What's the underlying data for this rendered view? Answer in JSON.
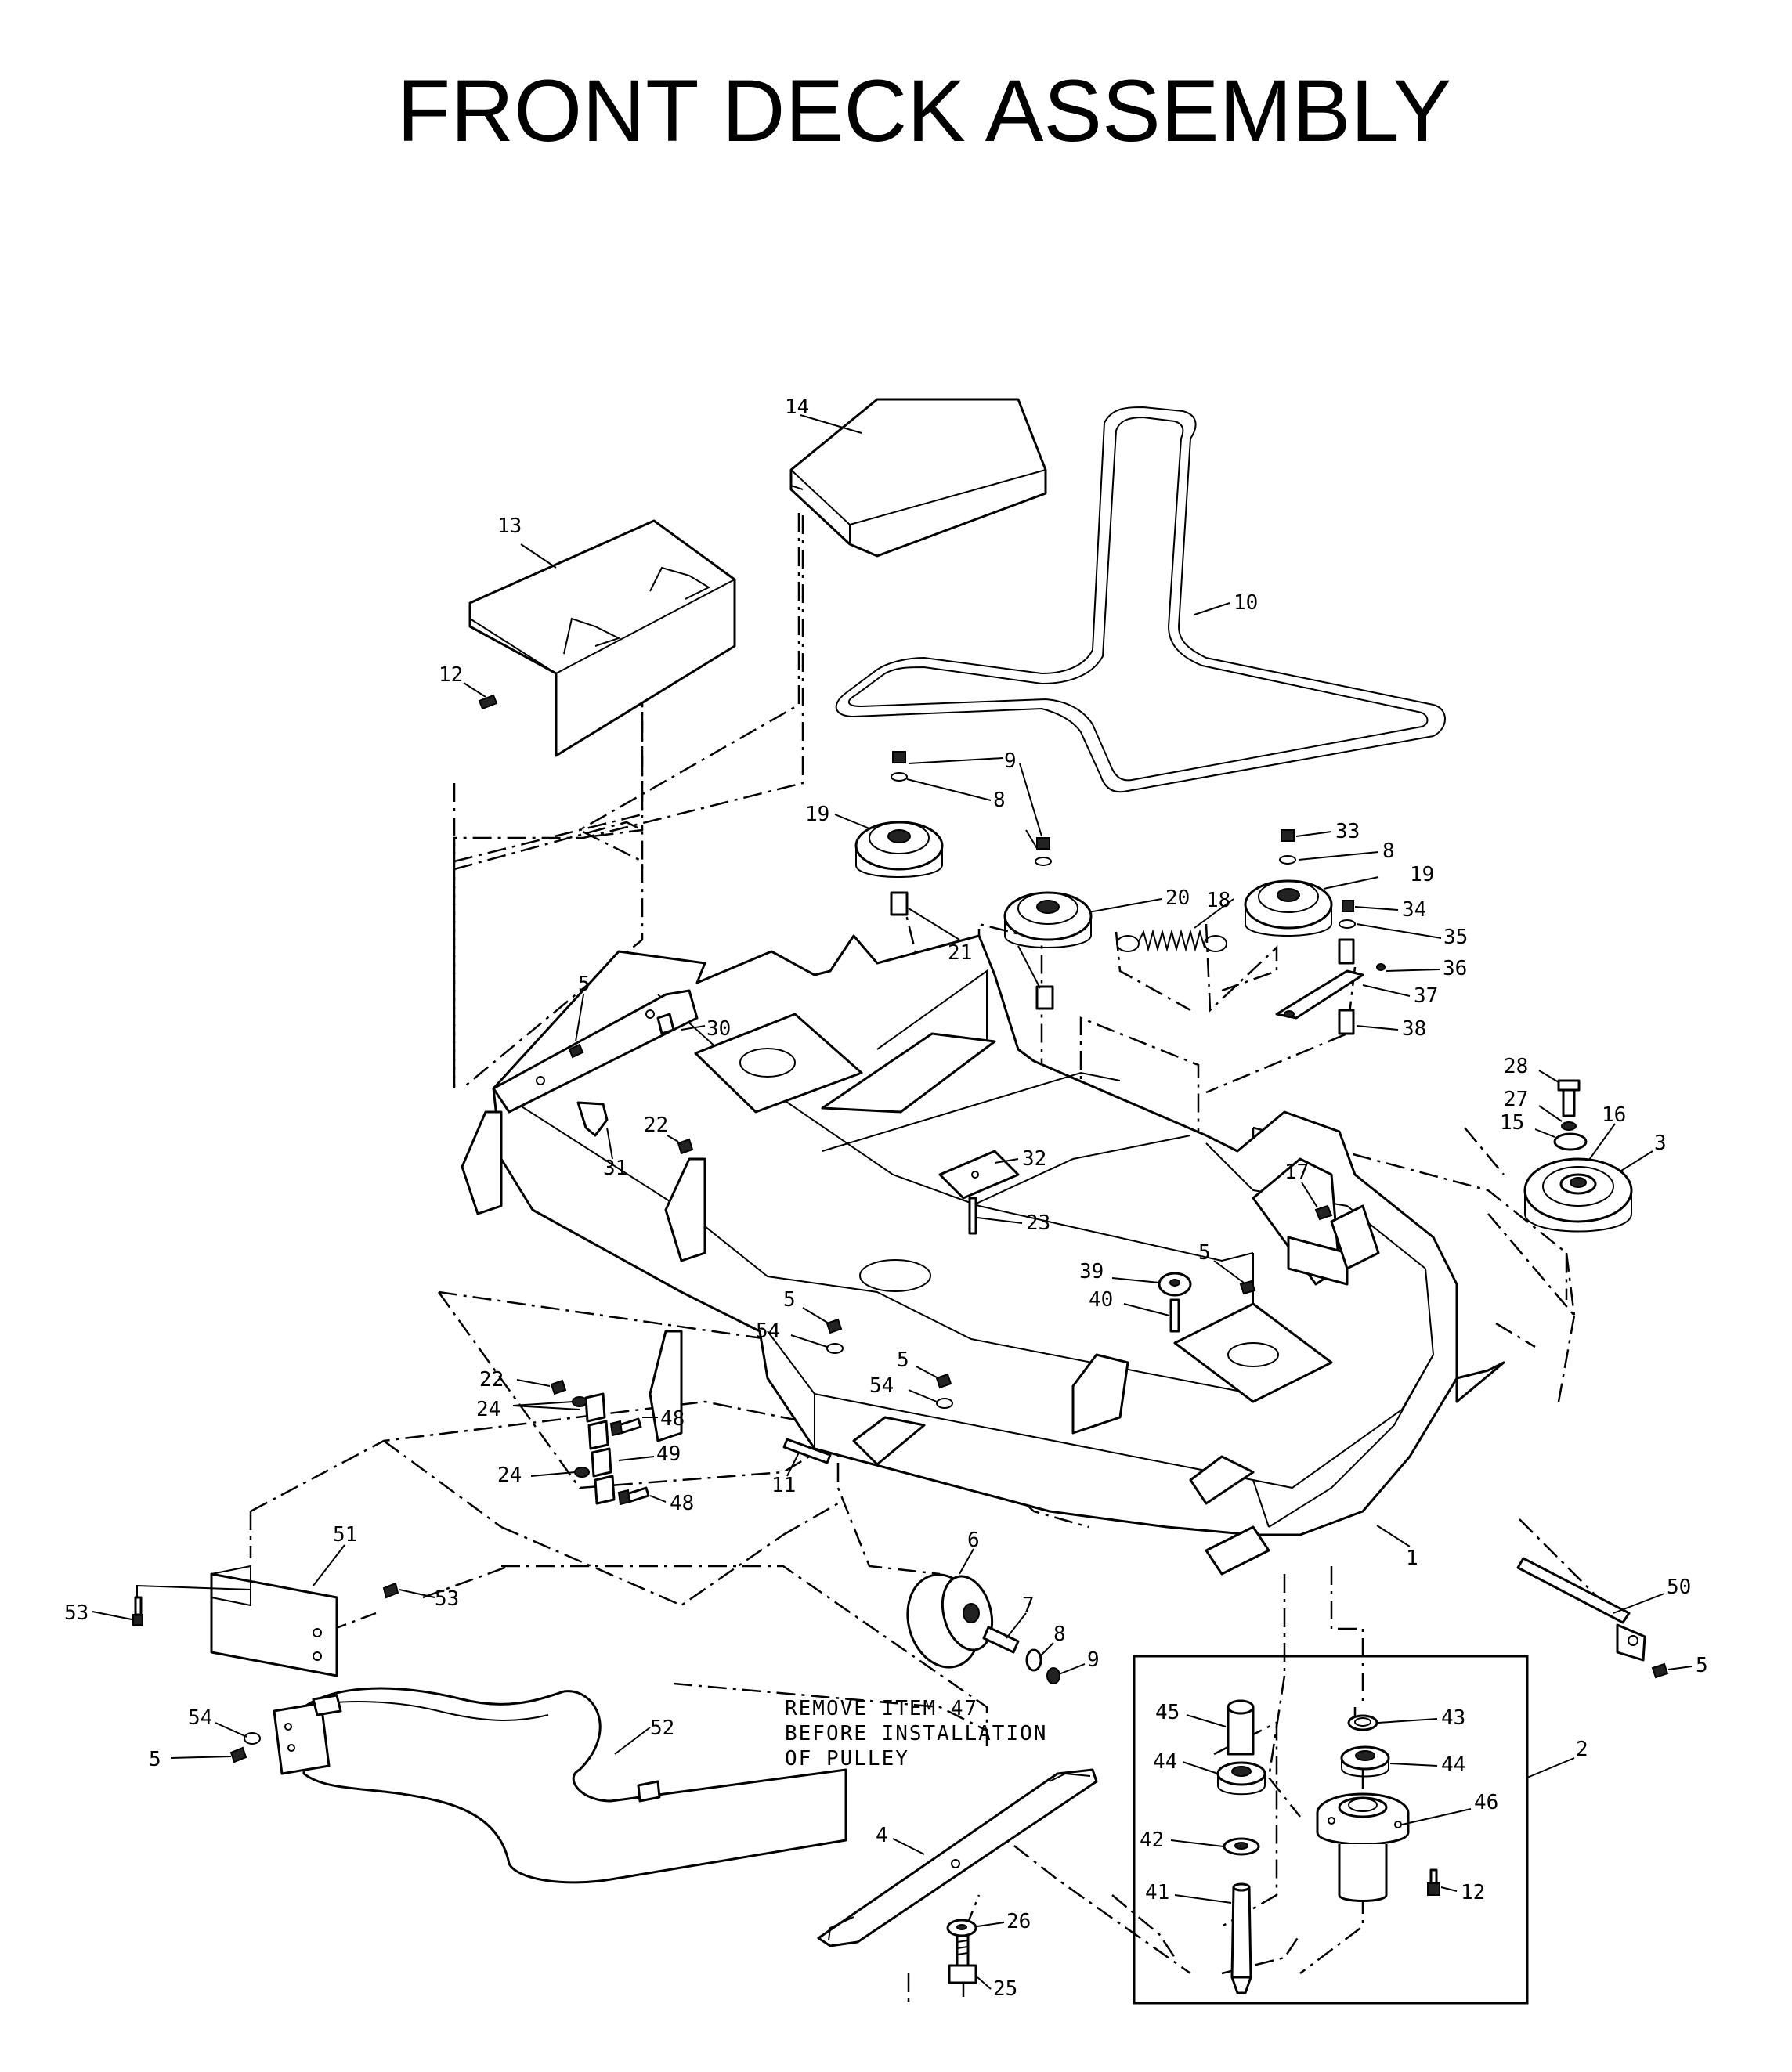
{
  "title": "FRONT DECK ASSEMBLY",
  "note": [
    "REMOVE ITEM 47",
    "BEFORE INSTALLATION",
    "OF PULLEY"
  ],
  "callouts": [
    {
      "id": "c14a",
      "label": "14"
    },
    {
      "id": "c13",
      "label": "13"
    },
    {
      "id": "c12a",
      "label": "12"
    },
    {
      "id": "c10",
      "label": "10"
    },
    {
      "id": "c9a",
      "label": "9"
    },
    {
      "id": "c8a",
      "label": "8"
    },
    {
      "id": "c19a",
      "label": "19"
    },
    {
      "id": "c20",
      "label": "20"
    },
    {
      "id": "c18",
      "label": "18"
    },
    {
      "id": "c33",
      "label": "33"
    },
    {
      "id": "c8b",
      "label": "8"
    },
    {
      "id": "c19b",
      "label": "19"
    },
    {
      "id": "c34",
      "label": "34"
    },
    {
      "id": "c35",
      "label": "35"
    },
    {
      "id": "c36",
      "label": "36"
    },
    {
      "id": "c37",
      "label": "37"
    },
    {
      "id": "c38",
      "label": "38"
    },
    {
      "id": "c21",
      "label": "21"
    },
    {
      "id": "c5a",
      "label": "5"
    },
    {
      "id": "c30",
      "label": "30"
    },
    {
      "id": "c31",
      "label": "31"
    },
    {
      "id": "c22a",
      "label": "22"
    },
    {
      "id": "c32",
      "label": "32"
    },
    {
      "id": "c23",
      "label": "23"
    },
    {
      "id": "c28",
      "label": "28"
    },
    {
      "id": "c27",
      "label": "27"
    },
    {
      "id": "c15",
      "label": "15"
    },
    {
      "id": "c16",
      "label": "16"
    },
    {
      "id": "c3",
      "label": "3"
    },
    {
      "id": "c17",
      "label": "17"
    },
    {
      "id": "c5b",
      "label": "5"
    },
    {
      "id": "c39",
      "label": "39"
    },
    {
      "id": "c40",
      "label": "40"
    },
    {
      "id": "c5c",
      "label": "5"
    },
    {
      "id": "c54a",
      "label": "54"
    },
    {
      "id": "c5d",
      "label": "5"
    },
    {
      "id": "c54b",
      "label": "54"
    },
    {
      "id": "c22b",
      "label": "22"
    },
    {
      "id": "c24a",
      "label": "24"
    },
    {
      "id": "c48a",
      "label": "48"
    },
    {
      "id": "c49",
      "label": "49"
    },
    {
      "id": "c24b",
      "label": "24"
    },
    {
      "id": "c48b",
      "label": "48"
    },
    {
      "id": "c11",
      "label": "11"
    },
    {
      "id": "c1",
      "label": "1"
    },
    {
      "id": "c6",
      "label": "6"
    },
    {
      "id": "c7",
      "label": "7"
    },
    {
      "id": "c8c",
      "label": "8"
    },
    {
      "id": "c9b",
      "label": "9"
    },
    {
      "id": "c51",
      "label": "51"
    },
    {
      "id": "c53a",
      "label": "53"
    },
    {
      "id": "c53b",
      "label": "53"
    },
    {
      "id": "c50",
      "label": "50"
    },
    {
      "id": "c5e",
      "label": "5"
    },
    {
      "id": "c54c",
      "label": "54"
    },
    {
      "id": "c5f",
      "label": "5"
    },
    {
      "id": "c52",
      "label": "52"
    },
    {
      "id": "c45",
      "label": "45"
    },
    {
      "id": "c43",
      "label": "43"
    },
    {
      "id": "c44a",
      "label": "44"
    },
    {
      "id": "c44b",
      "label": "44"
    },
    {
      "id": "c2",
      "label": "2"
    },
    {
      "id": "c42",
      "label": "42"
    },
    {
      "id": "c46",
      "label": "46"
    },
    {
      "id": "c41",
      "label": "41"
    },
    {
      "id": "c12b",
      "label": "12"
    },
    {
      "id": "c4",
      "label": "4"
    },
    {
      "id": "c26",
      "label": "26"
    },
    {
      "id": "c25",
      "label": "25"
    }
  ]
}
